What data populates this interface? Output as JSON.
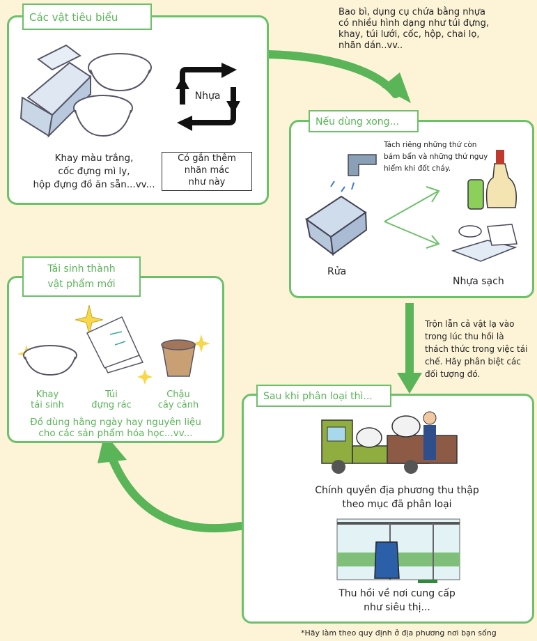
{
  "panel1": {
    "tag": "Các vật tiêu biểu",
    "items_caption": [
      "Khay màu trắng,",
      "cốc đựng mì ly,",
      "hộp đựng đồ ăn sẵn...vv..."
    ],
    "recycle_label": "Nhựa",
    "label_caption": [
      "Có gắn thêm",
      "nhãn mác",
      "như này"
    ]
  },
  "top_note": [
    "Bao bì, dụng cụ chứa bằng nhựa",
    "có nhiều hình dạng như túi đựng,",
    "khay, túi lưới, cốc, hộp, chai lọ,",
    "nhãn dán..vv.."
  ],
  "panel2": {
    "tag": "Nếu dùng xong...",
    "separate_note": [
      "Tách riêng những thứ còn",
      "bám bẩn và những thứ nguy",
      "hiểm khi đốt cháy."
    ],
    "wash_label": "Rửa",
    "clean_label": "Nhựa sạch"
  },
  "mid_note": [
    "Trộn lẫn cả vật lạ vào",
    "trong lúc thu hồi là",
    "thách thức trong việc tái",
    "chế. Hãy phân biệt các",
    "đối tượng đó."
  ],
  "panel3": {
    "tag": "Sau khi phân loại thì...",
    "collect_caption": [
      "Chính quyền địa phương thu thập",
      "theo mục đã phân loại"
    ],
    "store_caption": [
      "Thu hồi về nơi cung cấp",
      "như siêu thị..."
    ]
  },
  "panel4": {
    "tag": [
      "Tái sinh thành",
      "vật phẩm mới"
    ],
    "products": [
      {
        "line1": "Khay",
        "line2": "tái sinh"
      },
      {
        "line1": "Túi",
        "line2": "đựng rác"
      },
      {
        "line1": "Chậu",
        "line2": "cây cảnh"
      }
    ],
    "summary": [
      "Đồ dùng hằng ngày hay nguyên liệu",
      "cho các sản phẩm hóa học...vv..."
    ]
  },
  "footnote": "*Hãy làm theo quy định ở địa phương nơi bạn sống"
}
